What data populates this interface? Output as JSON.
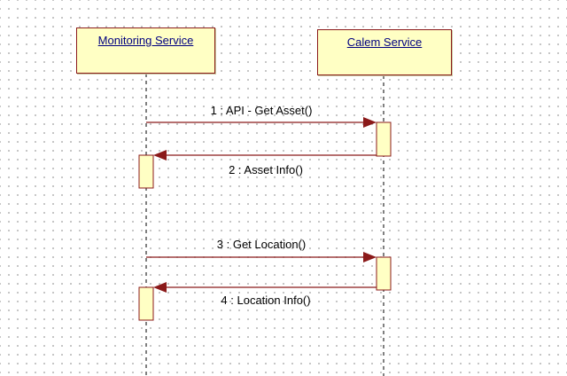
{
  "lifelines": [
    {
      "id": "monitoring",
      "name": "Monitoring Service"
    },
    {
      "id": "calem",
      "name": "Calem Service"
    }
  ],
  "messages": [
    {
      "label": "1 : API - Get Asset()",
      "from": "Monitoring Service",
      "to": "Calem Service",
      "kind": "call"
    },
    {
      "label": "2 : Asset Info()",
      "from": "Calem Service",
      "to": "Monitoring Service",
      "kind": "return"
    },
    {
      "label": "3 : Get Location()",
      "from": "Monitoring Service",
      "to": "Calem Service",
      "kind": "call"
    },
    {
      "label": "4 : Location Info()",
      "from": "Calem Service",
      "to": "Monitoring Service",
      "kind": "return"
    }
  ],
  "colors": {
    "box_fill": "#ffffc4",
    "border": "#8b1a1a",
    "arrow": "#8b1a1a",
    "title_text": "#000080",
    "grid_dots": "#b8b8b8"
  }
}
